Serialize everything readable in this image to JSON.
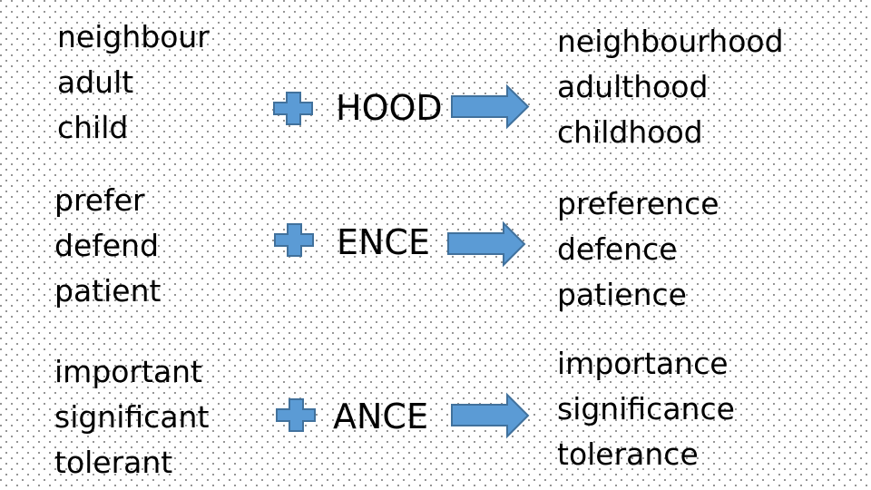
{
  "colors": {
    "shape_fill": "#5B9BD5",
    "shape_stroke": "#41719C",
    "text": "#000000",
    "background": "#FFFFFF",
    "dot_pattern": "#7A7A7A"
  },
  "rows": [
    {
      "base_words": [
        "neighbour",
        "adult",
        "child"
      ],
      "operator_icon": "plus-icon",
      "suffix": "HOOD",
      "arrow_icon": "right-arrow-icon",
      "result_words": [
        "neighbourhood",
        "adulthood",
        "childhood"
      ]
    },
    {
      "base_words": [
        "prefer",
        "defend",
        "patient"
      ],
      "operator_icon": "plus-icon",
      "suffix": "ENCE",
      "arrow_icon": "right-arrow-icon",
      "result_words": [
        "preference",
        "defence",
        "patience"
      ]
    },
    {
      "base_words": [
        "important",
        "significant",
        "tolerant"
      ],
      "operator_icon": "plus-icon",
      "suffix": "ANCE",
      "arrow_icon": "right-arrow-icon",
      "result_words": [
        "importance",
        "significance",
        "tolerance"
      ]
    }
  ]
}
